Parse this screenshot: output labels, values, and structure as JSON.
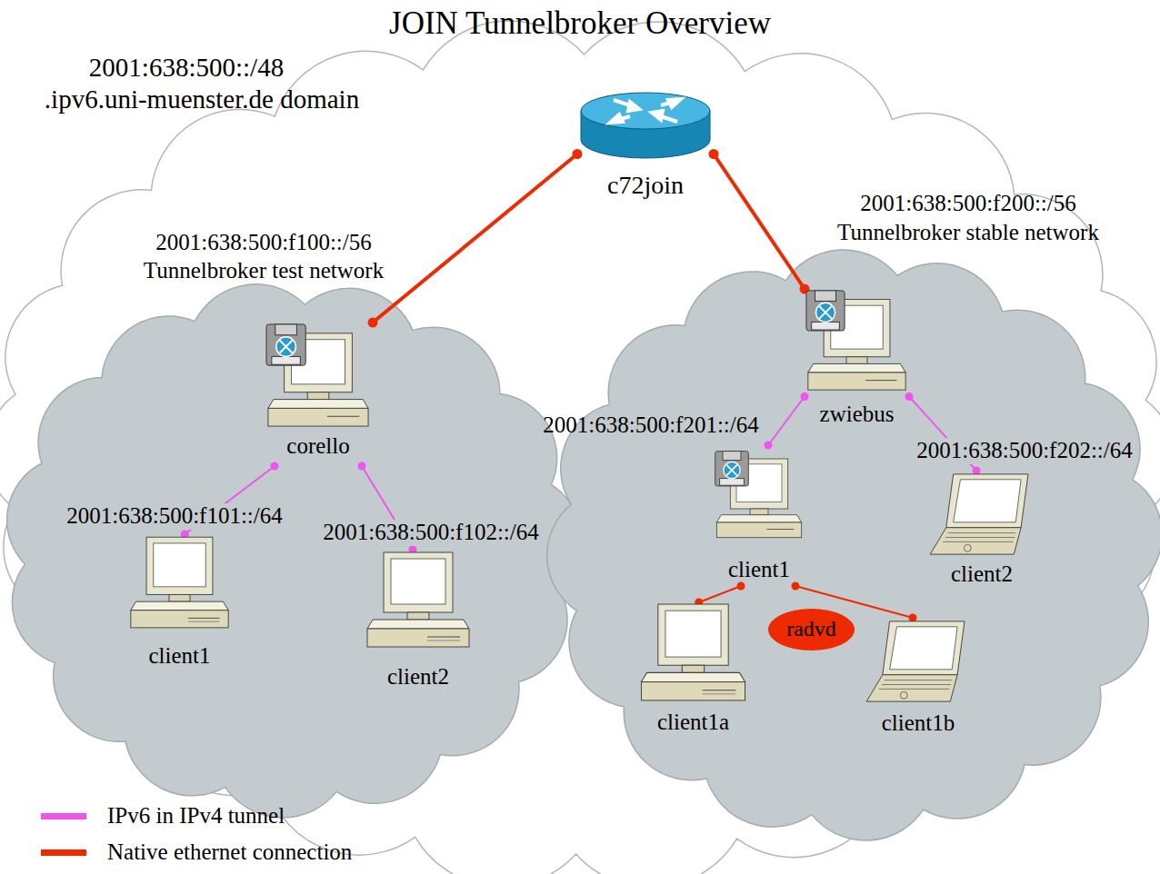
{
  "diagram": {
    "title": "JOIN Tunnelbroker Overview",
    "nodes": [
      {
        "text": [
          "2001:638:500::/48",
          ".ipv6.uni-muenster.de domain"
        ]
      },
      {
        "text": [
          "c72join"
        ],
        "in": 0
      },
      {
        "text": [
          "2001:638:500:f100::/56",
          "Tunnelbroker test network"
        ],
        "in": 0
      },
      {
        "text": [
          "2001:638:500:f200::/56",
          "Tunnelbroker stable network"
        ],
        "in": 0
      },
      {
        "text": [
          "corello"
        ],
        "in": 2
      },
      {
        "text": [
          "client1"
        ],
        "in": 2
      },
      {
        "text": [
          "client2"
        ],
        "in": 2
      },
      {
        "text": [
          "zwiebus"
        ],
        "in": 3
      },
      {
        "text": [
          "client1"
        ],
        "in": 3
      },
      {
        "text": [
          "client2"
        ],
        "in": 3
      },
      {
        "text": [
          "client1a"
        ],
        "in": 3
      },
      {
        "text": [
          "client1b"
        ],
        "in": 3
      },
      {
        "text": [
          "radvd"
        ],
        "in": 3
      }
    ],
    "edges": [
      {
        "from": 1,
        "to": 4,
        "arrow": "none"
      },
      {
        "from": 1,
        "to": 7,
        "arrow": "none"
      },
      {
        "from": 4,
        "to": 5,
        "label": "2001:638:500:f101::/64",
        "arrow": "none"
      },
      {
        "from": 4,
        "to": 6,
        "label": "2001:638:500:f102::/64",
        "arrow": "none"
      },
      {
        "from": 7,
        "to": 8,
        "label": "2001:638:500:f201::/64",
        "arrow": "none"
      },
      {
        "from": 7,
        "to": 9,
        "label": "2001:638:500:f202::/64",
        "arrow": "none"
      },
      {
        "from": 8,
        "to": 10,
        "arrow": "none"
      },
      {
        "from": 8,
        "to": 11,
        "arrow": "none"
      }
    ],
    "legend": [
      {
        "text": "IPv6 in IPv4 tunnel",
        "color": "#ee55ee"
      },
      {
        "text": "Native ethernet connection",
        "color": "#ee2a00"
      }
    ]
  }
}
